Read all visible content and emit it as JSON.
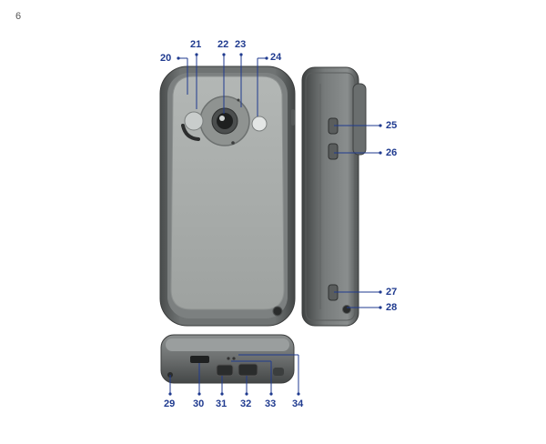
{
  "page_number": "6",
  "callouts": {
    "c20": "20",
    "c21": "21",
    "c22": "22",
    "c23": "23",
    "c24": "24",
    "c25": "25",
    "c26": "26",
    "c27": "27",
    "c28": "28",
    "c29": "29",
    "c30": "30",
    "c31": "31",
    "c32": "32",
    "c33": "33",
    "c34": "34"
  },
  "colors": {
    "callout": "#1f3a8f",
    "body_dark": "#5c5f5f",
    "panel": "#a9adab"
  }
}
